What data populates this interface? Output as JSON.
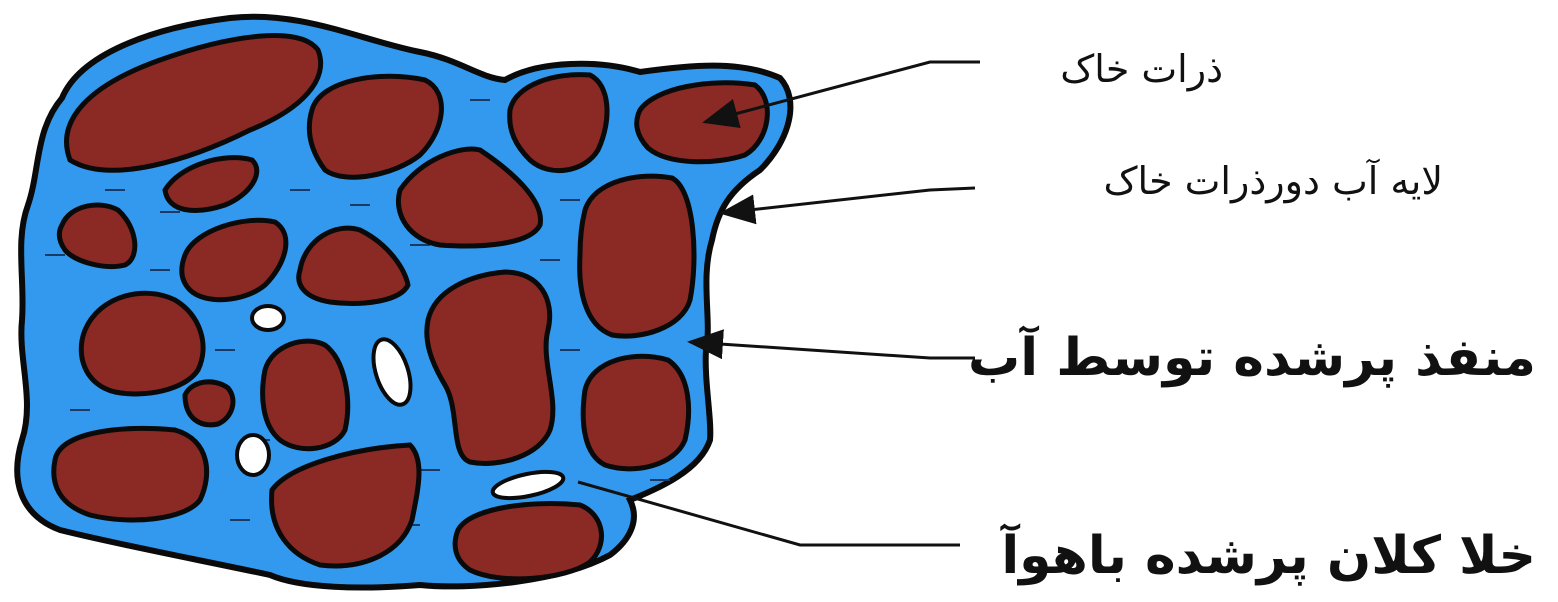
{
  "labels": {
    "soil_particles": "ذرات خاک",
    "water_film": "لایه آب دورذرات خاک",
    "water_filled_pore": "منفذ پرشده توسط آب",
    "air_filled_pore": "خلا کلان پرشده باهوآ"
  },
  "colors": {
    "water": "#3399ee",
    "soil_particle": "#8b2a24",
    "outline": "#0a0a0a",
    "air_pore": "#ffffff"
  }
}
